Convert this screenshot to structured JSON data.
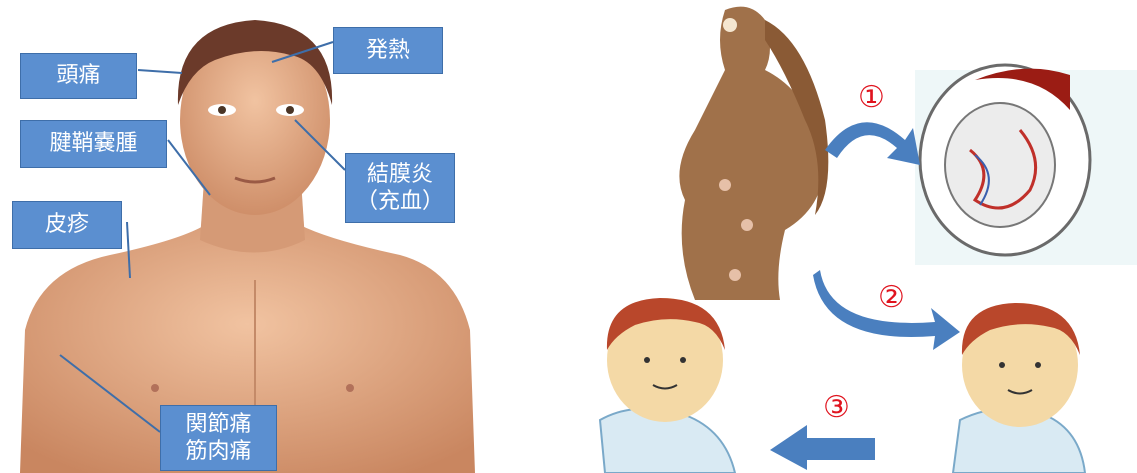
{
  "symptoms": {
    "headache": "頭痛",
    "fever": "発熱",
    "tenosynovitis": "腱鞘嚢腫",
    "conjunctivitis_line1": "結膜炎",
    "conjunctivitis_line2": "（充血）",
    "rash": "皮疹",
    "joint_pain": "関節痛",
    "muscle_pain": "筋肉痛"
  },
  "transmission_steps": [
    "①",
    "②",
    "③"
  ],
  "colors": {
    "label_fill": "#5b8fd0",
    "step_number": "#e0141f",
    "arrow": "#4a7fbf",
    "skin": "#d9a27e",
    "silhouette": "#a0714a"
  }
}
